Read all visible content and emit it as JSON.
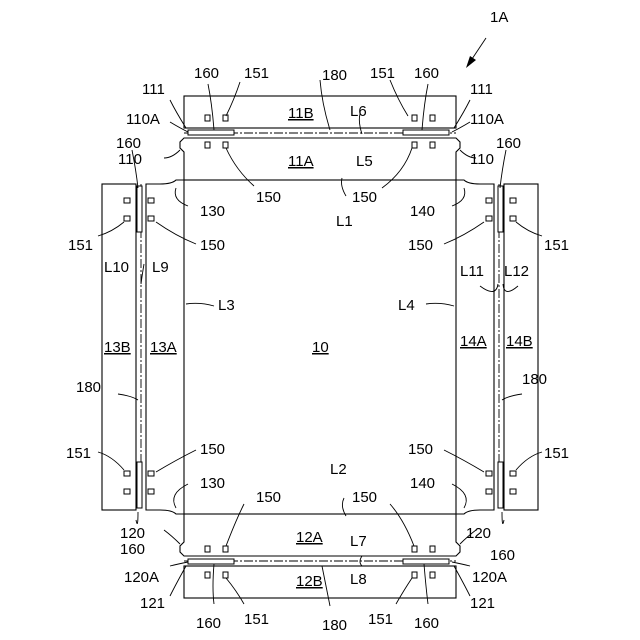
{
  "figure_label": "1A",
  "labels": {
    "n10": "10",
    "n11A": "11A",
    "n11B": "11B",
    "n12A": "12A",
    "n12B": "12B",
    "n13A": "13A",
    "n13B": "13B",
    "n14A": "14A",
    "n14B": "14B",
    "n110": "110",
    "n110A": "110A",
    "n111": "111",
    "n120": "120",
    "n120A": "120A",
    "n121": "121",
    "n130": "130",
    "n140": "140",
    "n150": "150",
    "n151": "151",
    "n160": "160",
    "n180": "180",
    "L1": "L1",
    "L2": "L2",
    "L3": "L3",
    "L4": "L4",
    "L5": "L5",
    "L6": "L6",
    "L7": "L7",
    "L8": "L8",
    "L9": "L9",
    "L10": "L10",
    "L11": "L11",
    "L12": "L12"
  }
}
